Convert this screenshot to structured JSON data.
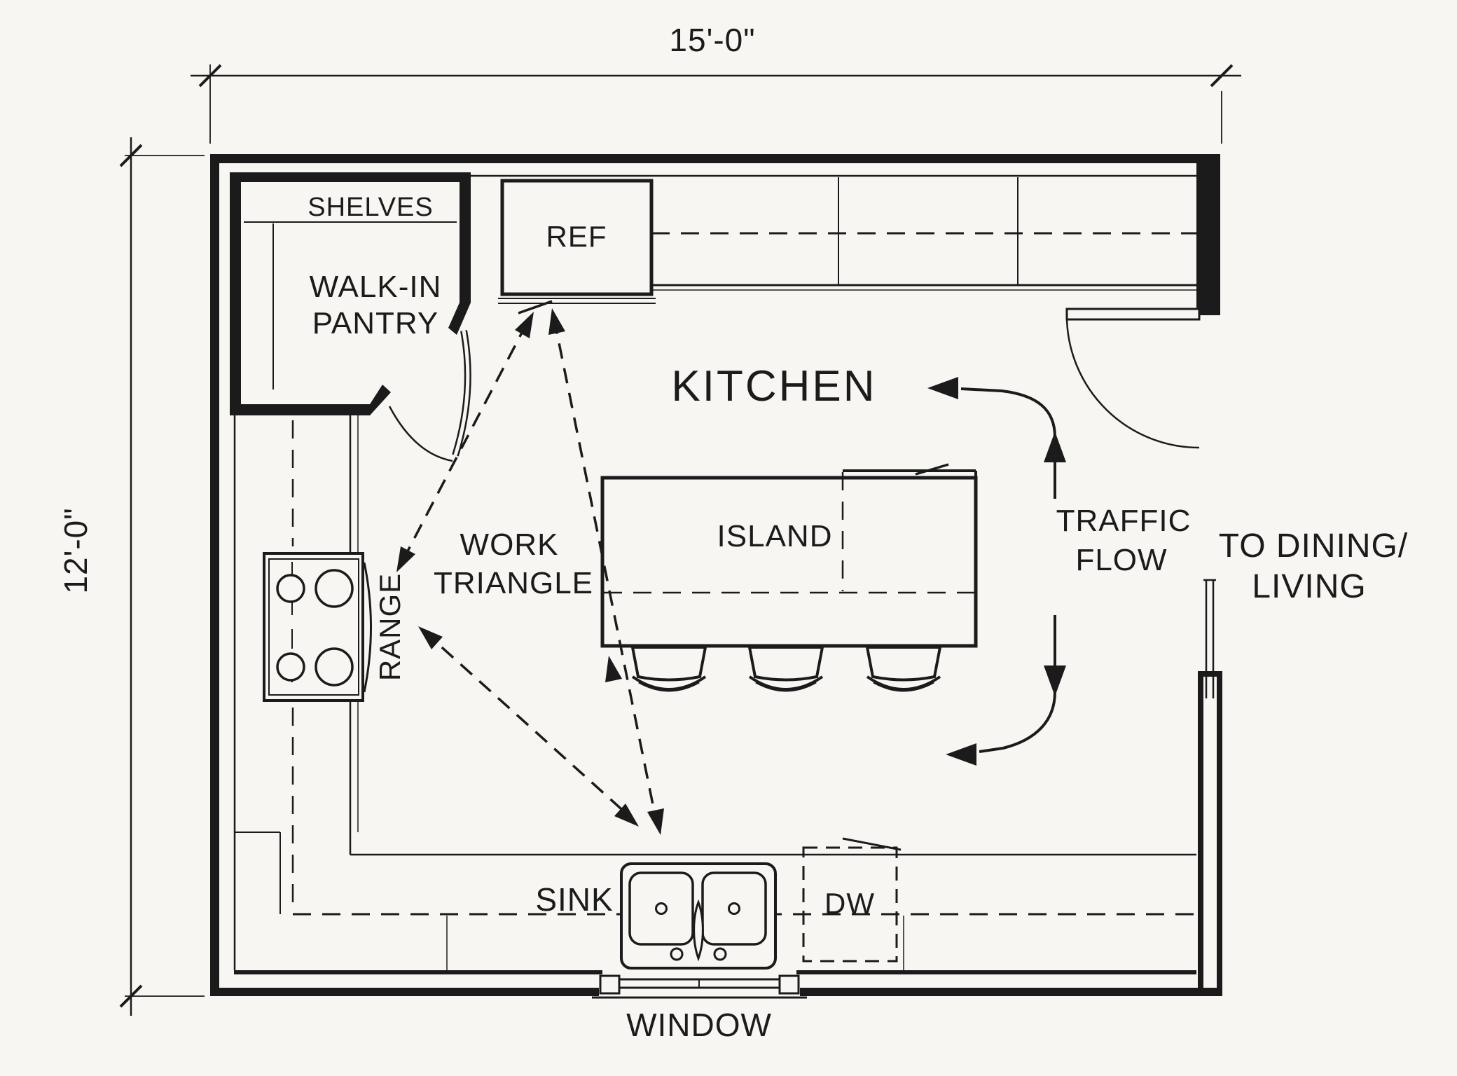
{
  "document": {
    "title": "Kitchen floor plan with work triangle and traffic flow",
    "type": "architectural plan drawing"
  },
  "colors": {
    "ink": "#1b1b1b",
    "paper": "#f7f6f3"
  },
  "dimensions": {
    "top_width": "15'-0\"",
    "left_height": "12'-0\""
  },
  "rooms": {
    "kitchen": "KITCHEN",
    "pantry_line1": "WALK-IN",
    "pantry_line2": "PANTRY",
    "shelves": "SHELVES"
  },
  "fixtures": {
    "refrigerator": "REF",
    "island": "ISLAND",
    "range": "RANGE",
    "sink": "SINK",
    "dishwasher": "DW",
    "window": "WINDOW"
  },
  "annotations": {
    "work_triangle_line1": "WORK",
    "work_triangle_line2": "TRIANGLE",
    "traffic_flow_line1": "TRAFFIC",
    "traffic_flow_line2": "FLOW",
    "to_dining_line1": "TO DINING/",
    "to_dining_line2": "LIVING"
  }
}
